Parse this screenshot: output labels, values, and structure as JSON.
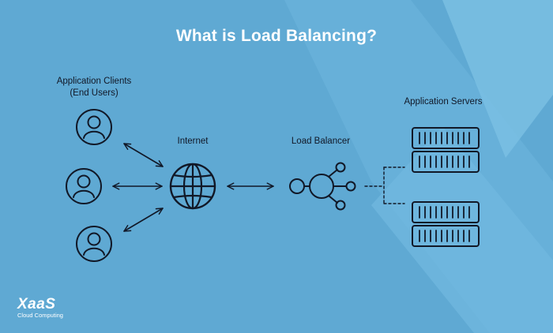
{
  "title": "What is Load Balancing?",
  "labels": {
    "clients_line1": "Application Clients",
    "clients_line2": "(End Users)",
    "internet": "Internet",
    "load_balancer": "Load Balancer",
    "servers": "Application Servers"
  },
  "logo": {
    "name": "XaaS",
    "tagline": "Cloud Computing"
  },
  "colors": {
    "background": "#5fa9d3",
    "accent_light": "#7cc0e4",
    "stroke": "#111827",
    "title": "#ffffff"
  },
  "icons": [
    "user-icon",
    "globe-icon",
    "load-balancer-icon",
    "server-icon",
    "double-arrow-icon"
  ]
}
